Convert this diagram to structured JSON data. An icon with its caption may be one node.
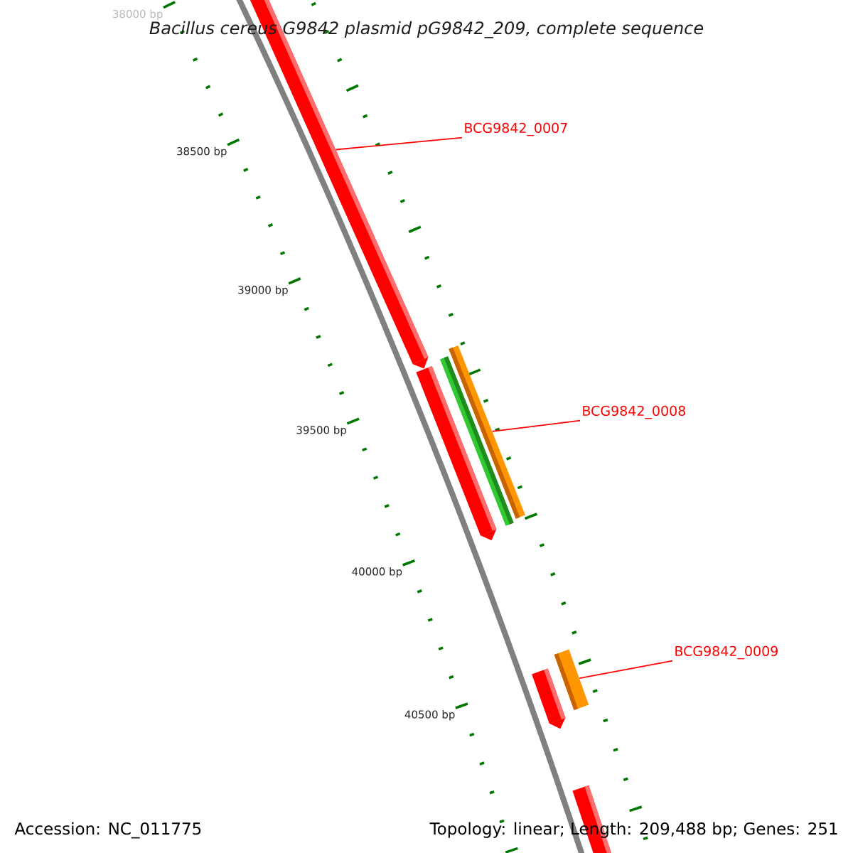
{
  "diagram": {
    "title": "Bacillus cereus G9842 plasmid pG9842_209, complete sequence",
    "nodes": [
      {
        "text": [
          "BCG9842_0007"
        ]
      },
      {
        "text": [],
        "shape": "bar"
      },
      {
        "text": [
          "BCG9842_0008"
        ]
      },
      {
        "text": [],
        "shape": "bar"
      },
      {
        "text": [],
        "shape": "bar"
      },
      {
        "text": [],
        "shape": "bar"
      },
      {
        "text": [
          "BCG9842_0009"
        ]
      },
      {
        "text": [],
        "shape": "bar"
      },
      {
        "text": [],
        "shape": "bar"
      },
      {
        "text": [],
        "shape": "bar"
      }
    ],
    "edges": [
      {
        "from": 0,
        "to": 1,
        "arrow": "none"
      },
      {
        "from": 2,
        "to": 5,
        "arrow": "none"
      },
      {
        "from": 6,
        "to": 8,
        "arrow": "none"
      }
    ],
    "labels": [
      "38000 bp",
      "38500 bp",
      "39000 bp",
      "39500 bp",
      "40000 bp",
      "40500 bp",
      "Accession: NC_011775",
      "Topology: linear; Length: 209,488 bp; Genes: 251"
    ]
  }
}
